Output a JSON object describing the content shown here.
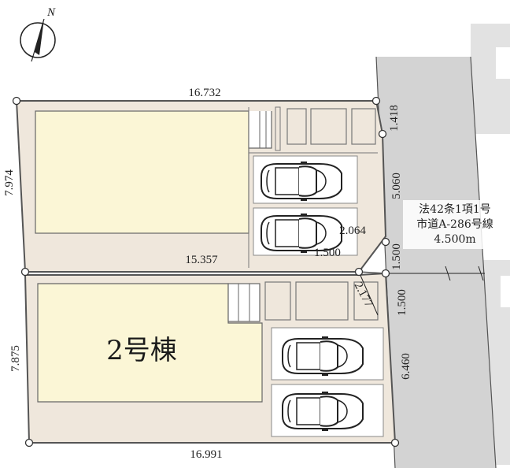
{
  "compass": {
    "north_label": "N"
  },
  "lots": {
    "north": {
      "top_edge": "16.732",
      "left_edge": "7.974",
      "bottom_edge": "15.357",
      "right_upper": "1.418",
      "right_lower": "5.060"
    },
    "south": {
      "name": "2号棟",
      "left_edge": "7.875",
      "bottom_edge": "16.991",
      "right_upper": "1.500",
      "right_lower": "6.460"
    }
  },
  "corner_cut": {
    "upper": "2.064",
    "inner": "1.500",
    "diag": "2.177",
    "right": "1.500"
  },
  "road": {
    "line1": "法42条1項1号",
    "line2": "市道A-286号線",
    "line3": "4.500m"
  },
  "colors": {
    "lot_fill": "#efe7dc",
    "building_fill": "#fbf6d6",
    "road_fill": "#d3d3d3",
    "outline": "#555555"
  }
}
